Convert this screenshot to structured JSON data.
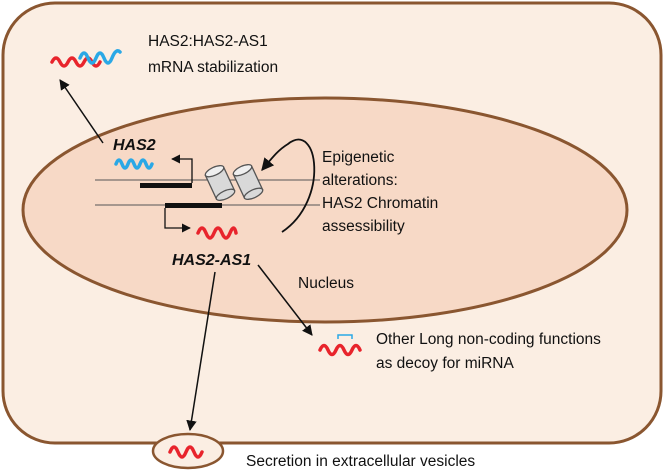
{
  "cell": {
    "stabilization_line1": "HAS2:HAS2-AS1",
    "stabilization_line2": "mRNA stabilization",
    "nucleus_label": "Nucleus",
    "secretion_label": "Secretion in extracellular  vesicles"
  },
  "nucleus": {
    "has2_label": "HAS2",
    "has2as1_label": "HAS2-AS1",
    "epigenetic_lines": [
      "Epigenetic",
      "alterations:",
      "HAS2 Chromatin",
      "assessibility"
    ]
  },
  "functions": {
    "line1": "Other Long non-coding functions",
    "line2": "as decoy for miRNA"
  },
  "colors": {
    "cell_fill": "#fbeee3",
    "cell_stroke": "#8a5630",
    "nucleus_fill": "#f7d9c6",
    "has2_rna": "#2aa8e6",
    "has2as1_rna": "#e8242c"
  }
}
